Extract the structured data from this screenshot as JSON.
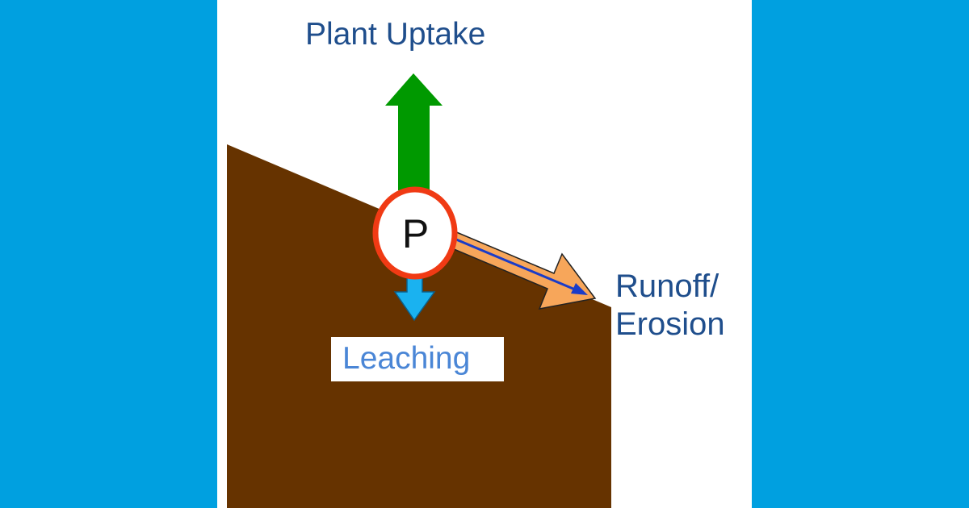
{
  "labels": {
    "plant_uptake": "Plant Uptake",
    "runoff_line1": "Runoff/",
    "runoff_line2": "Erosion",
    "leaching": "Leaching",
    "nutrient": "P"
  },
  "colors": {
    "background": "#00a0e0",
    "panel": "#ffffff",
    "soil": "#663300",
    "uptake_arrow": "#009900",
    "leaching_arrow": "#1ab2f0",
    "runoff_arrow": "#f7a65a",
    "runoff_inner_arrow": "#1a3cc8",
    "nutrient_ring": "#f03a14",
    "label_text": "#1f4e8c",
    "leaching_text": "#4a86d6"
  }
}
